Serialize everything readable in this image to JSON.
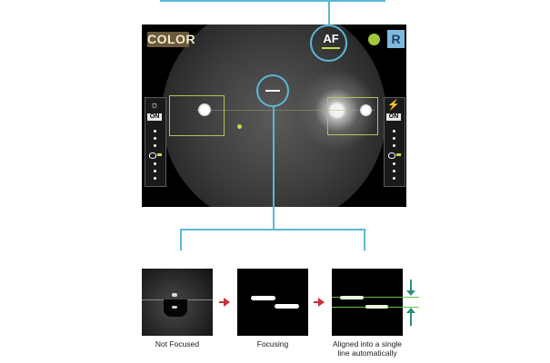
{
  "screen": {
    "color_mode_label": "COLOR",
    "af_label": "AF",
    "eye_label": "R",
    "left_panel": {
      "icon": "brightness-icon",
      "on_label": "ON"
    },
    "right_panel": {
      "icon": "flash-icon",
      "on_label": "ON"
    }
  },
  "thumbnails": [
    {
      "label": "Not Focused"
    },
    {
      "label": "Focusing"
    },
    {
      "label_line1": "Aligned into a single",
      "label_line2": "line automatically"
    }
  ],
  "colors": {
    "callout_line": "#5bb8d6",
    "arrow": "#c9303c",
    "focus_box": "#b5c256",
    "aligned_line": "#6cc04a",
    "measure_arrow": "#2c8f82"
  }
}
